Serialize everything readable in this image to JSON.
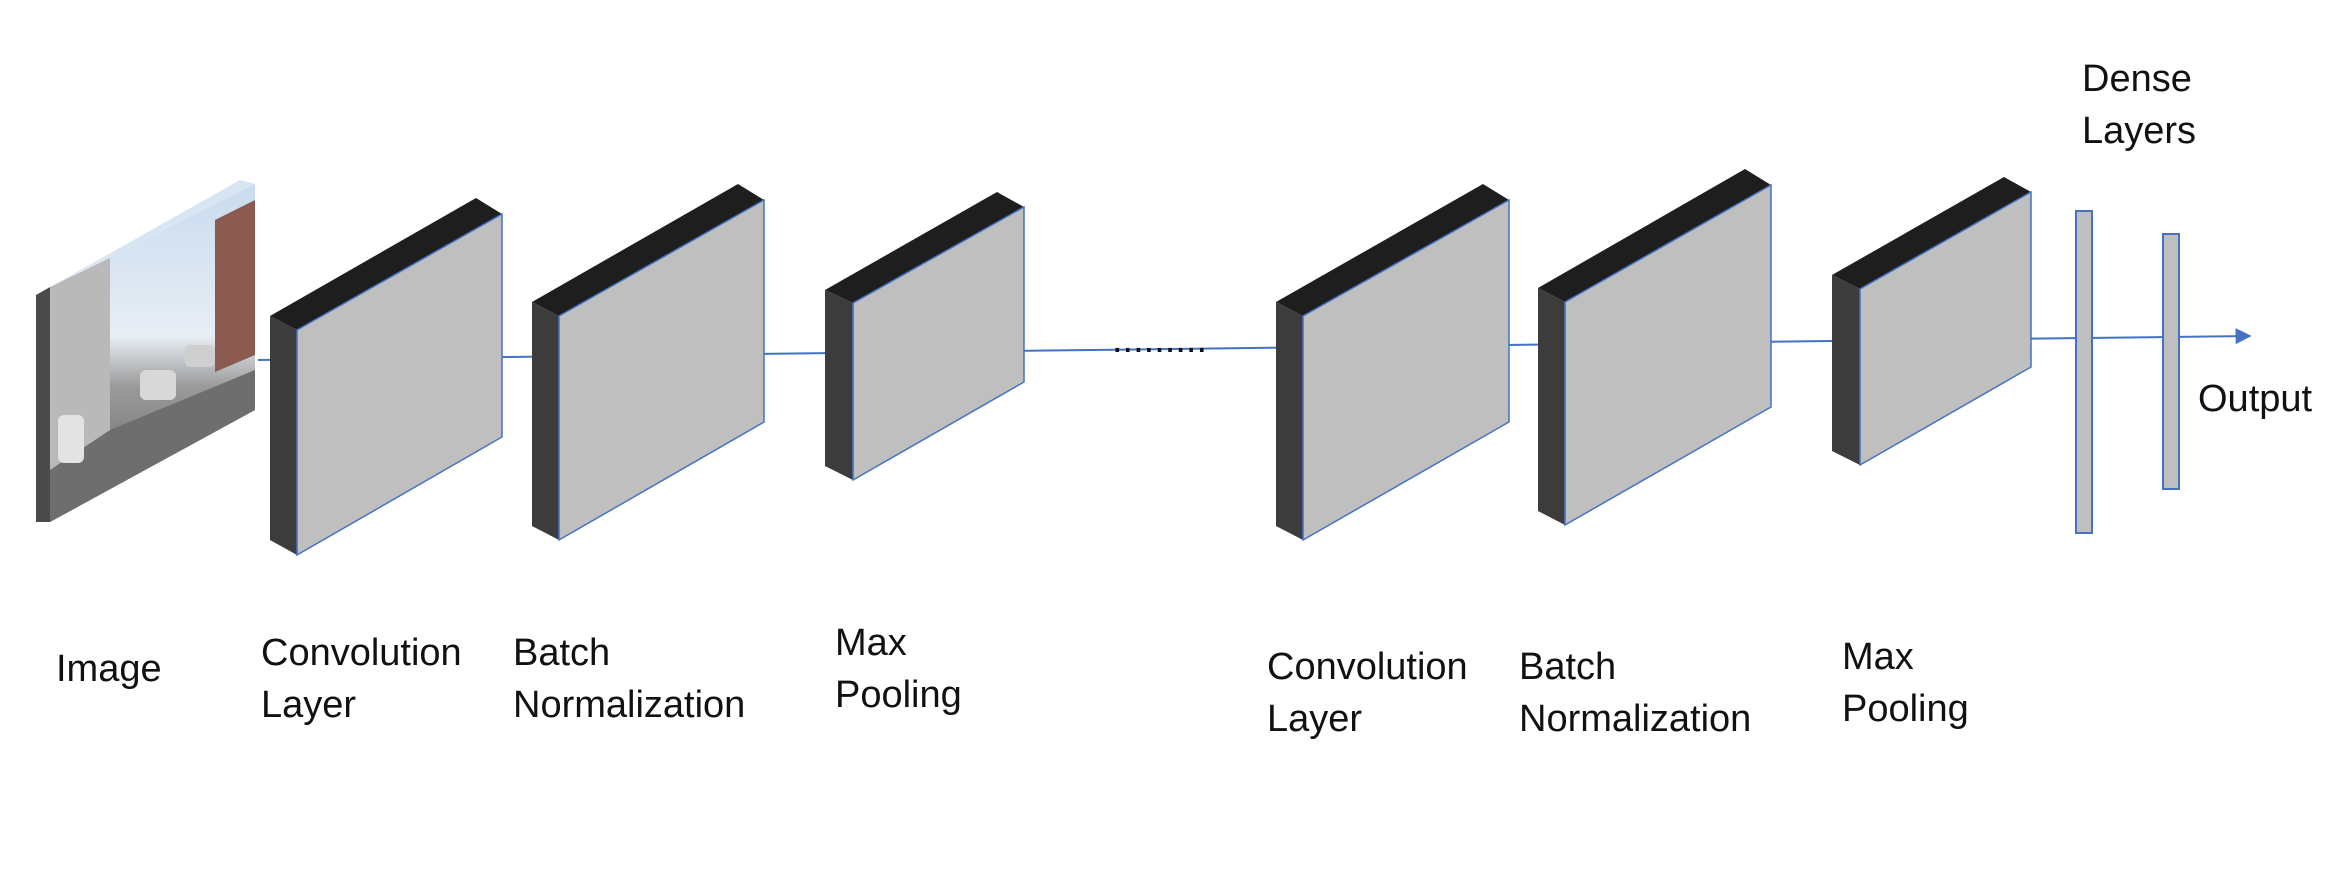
{
  "labels": {
    "image": "Image",
    "conv1_line1": "Convolution",
    "conv1_line2": "Layer",
    "bn1_line1": "Batch",
    "bn1_line2": "Normalization",
    "pool1_line1": "Max",
    "pool1_line2": "Pooling",
    "ellipsis": ".........",
    "conv2_line1": "Convolution",
    "conv2_line2": "Layer",
    "bn2_line1": "Batch",
    "bn2_line2": "Normalization",
    "pool2_line1": "Max",
    "pool2_line2": "Pooling",
    "dense_line1": "Dense",
    "dense_line2": "Layers",
    "output": "Output"
  },
  "colors": {
    "block_face": "#bfbfbf",
    "block_side": "#3c3c3c",
    "block_top": "#1e1e1e",
    "edge_blue": "#4472c4",
    "flow_line": "#4472c4"
  }
}
